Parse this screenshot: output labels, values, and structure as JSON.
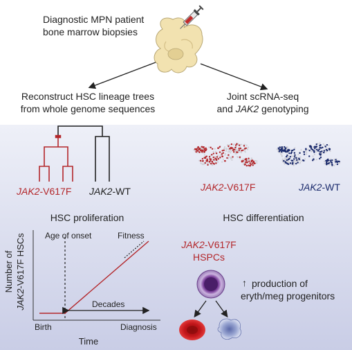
{
  "top": {
    "title_line1": "Diagnostic MPN patient",
    "title_line2": "bone marrow biopsies"
  },
  "left": {
    "heading_line1": "Reconstruct HSC lineage trees",
    "heading_line2": "from whole genome sequences",
    "tree_label_mut_gene": "JAK2",
    "tree_label_mut_variant": "-V617F",
    "tree_label_wt_gene": "JAK2",
    "tree_label_wt_variant": "-WT",
    "section_title": "HSC proliferation",
    "plot": {
      "ylabel_line1": "Number of",
      "ylabel_line2_gene": "JAK2",
      "ylabel_line2_rest": "-V617F HSCs",
      "xlabel": "Time",
      "age_of_onset": "Age of onset",
      "fitness": "Fitness",
      "decades": "Decades",
      "birth": "Birth",
      "diagnosis": "Diagnosis"
    }
  },
  "right": {
    "heading_line1": "Joint scRNA-seq",
    "heading_line2_pre": "and ",
    "heading_line2_gene": "JAK2",
    "heading_line2_post": " genotyping",
    "umap_mut_gene": "JAK2",
    "umap_mut_variant": "-V617F",
    "umap_wt_gene": "JAK2",
    "umap_wt_variant": "-WT",
    "section_title": "HSC differentiation",
    "cell_label_gene": "JAK2",
    "cell_label_variant": "-V617F",
    "cell_label_line2": "HSPCs",
    "production_arrow": "↑",
    "production_line1": "production of",
    "production_line2": "eryth/meg progenitors"
  },
  "colors": {
    "mutant": "#b3262a",
    "wildtype": "#1a2a6c",
    "panel_top": "#eef0f8",
    "panel_bottom": "#c9cde6",
    "bone": "#f2e2b0"
  }
}
